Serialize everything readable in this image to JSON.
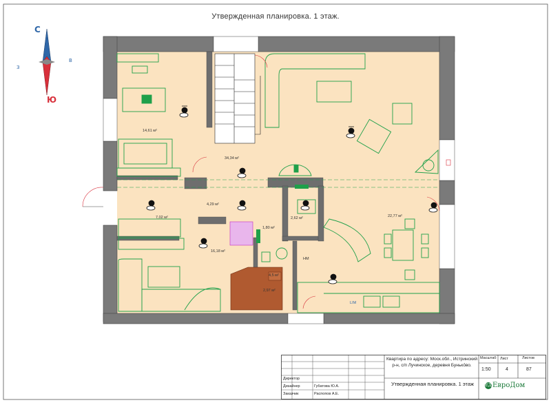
{
  "title": "Утвержденная планировка. 1 этаж.",
  "compass": {
    "north": "С",
    "south": "Ю",
    "west": "З",
    "east": "В"
  },
  "rooms": [
    {
      "area": "14,61 м²"
    },
    {
      "area": "34,34 м²"
    },
    {
      "area": "4,29 м²"
    },
    {
      "area": "7,02 м²"
    },
    {
      "area": "2,62 м²"
    },
    {
      "area": "22,77 м²"
    },
    {
      "area": "1,80 м²"
    },
    {
      "area": "16,18 м²"
    },
    {
      "area": "4,5 м²"
    },
    {
      "area": "2,97 м²"
    }
  ],
  "appliance_label": "HM",
  "appliance_label_2": "LIM",
  "title_block": {
    "address": "Квартира по адресу: Моск.обл., Истринский р-н, с/п Лучинское, деревня Бунько́во.",
    "scale_header": "Масштаб",
    "scale": "1:50",
    "sheet_header": "Лист",
    "sheet": "4",
    "sheets_header": "Листов",
    "sheets": "87",
    "drawing_name": "Утвержденная планировка. 1 этаж",
    "roles": [
      {
        "role": "Директор",
        "name": ""
      },
      {
        "role": "Дизайнер",
        "name": "Губатова Ю.А."
      },
      {
        "role": "Заказчик",
        "name": "Распопов А.Е."
      }
    ],
    "company": "ЕвроДом",
    "company_mark": "ЕД"
  },
  "colors": {
    "wall": "#6e6e6e",
    "floor": "#fbe3c0",
    "furniture": "#1fa04a",
    "accent_magenta": "#c229c2",
    "wood": "#b05a30",
    "compass_red": "#d8303b",
    "compass_blue": "#2f67a8"
  }
}
